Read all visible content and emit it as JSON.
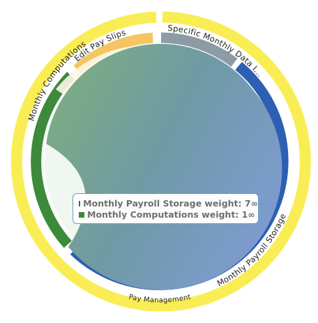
{
  "chart_data": {
    "type": "chord",
    "outer_label": "Pay Management",
    "groups": [
      {
        "name": "Monthly Payroll Storage",
        "color": "#2d5fb3"
      },
      {
        "name": "Monthly Computations",
        "color": "#3d8a3a"
      },
      {
        "name": "Edit Pay Slips",
        "color": "#f4c560"
      },
      {
        "name": "Specific Monthly Data I...",
        "color": "#8c9ba4"
      }
    ],
    "outer_ring_color": "#f9ed55"
  },
  "tooltip": {
    "rows": [
      {
        "text": "Monthly Payroll Storage weight: 7∞",
        "color": "#2d5fb3"
      },
      {
        "text": "Monthly Computations weight: 1∞",
        "color": "#3d8a3a"
      }
    ]
  }
}
